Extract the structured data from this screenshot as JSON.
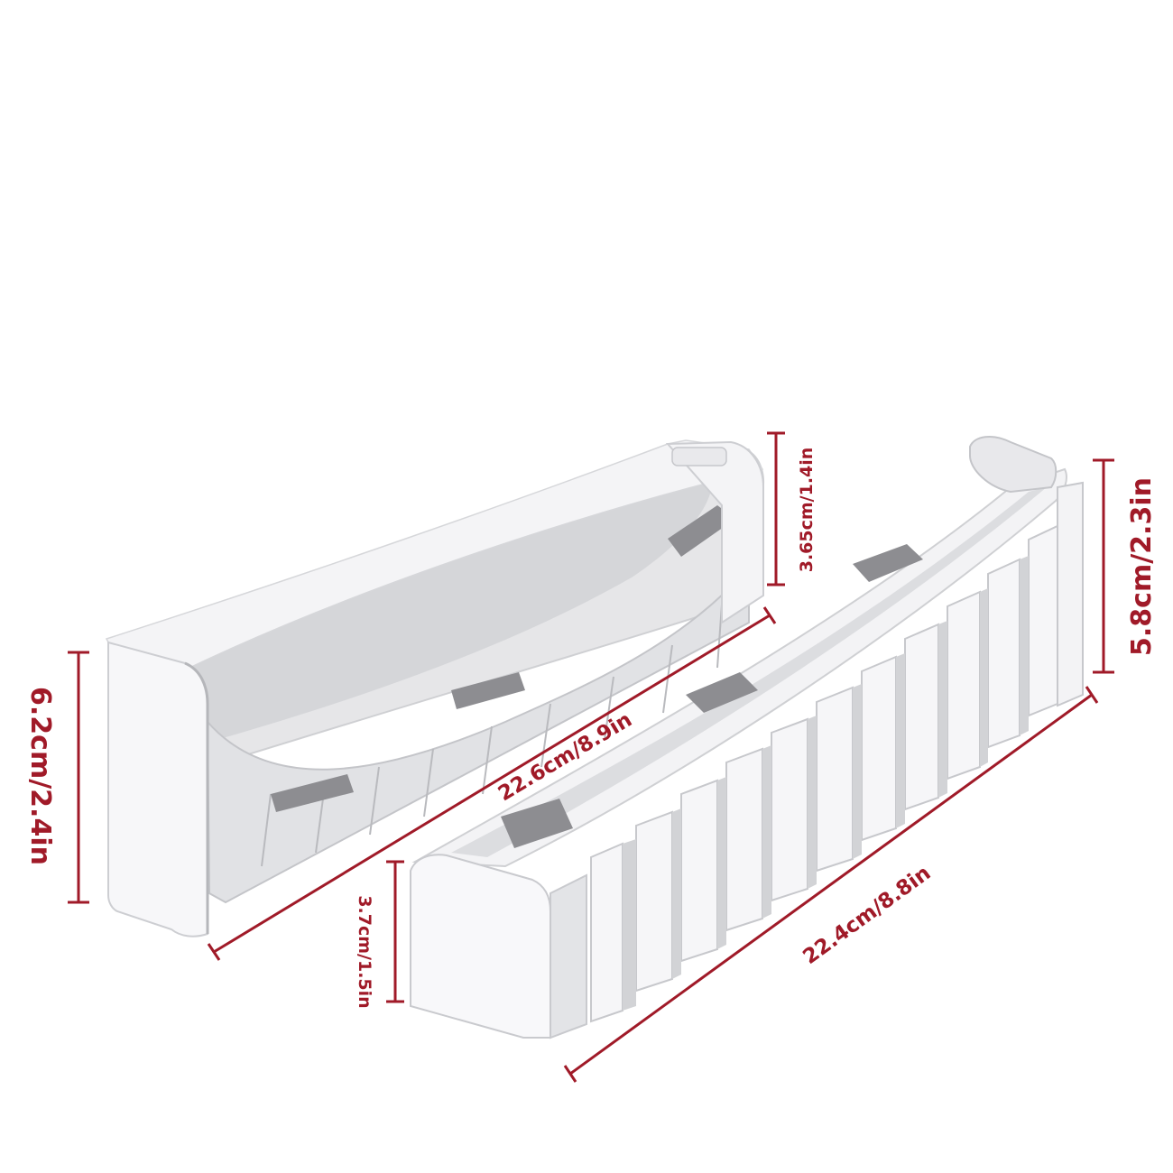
{
  "colors": {
    "background": "#ffffff",
    "dimension": "#a01a28",
    "plastic": "#f2f2f4",
    "plastic_shade": "#d9dadd",
    "plastic_dark": "#c7c8cc",
    "pad": "#8d8d91"
  },
  "dimensions": {
    "left_height": "6.2cm/2.4in",
    "left_length": "22.6cm/8.9in",
    "left_inner_height": "3.65cm/1.4in",
    "right_height": "5.8cm/2.3in",
    "right_length": "22.4cm/8.8in",
    "right_inner_height": "3.7cm/1.5in"
  }
}
